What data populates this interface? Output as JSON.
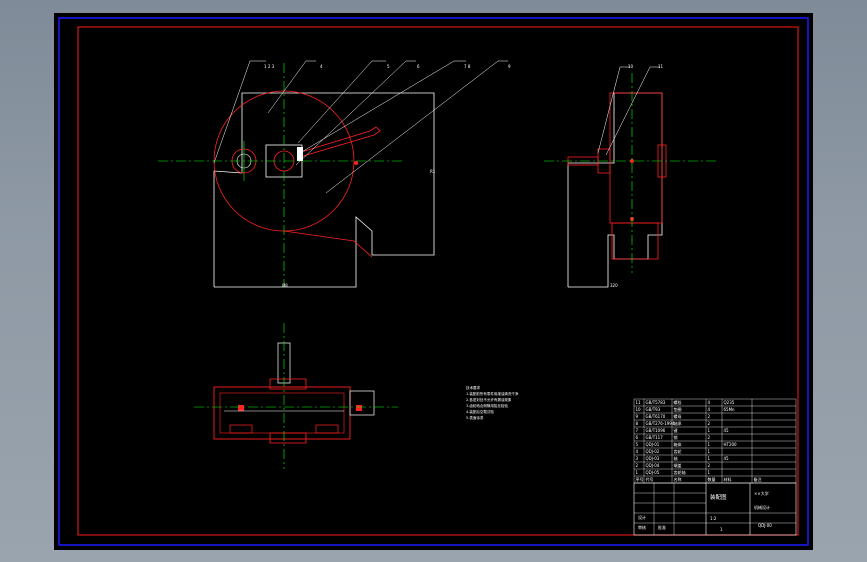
{
  "colors": {
    "border_blue": "#1a1aff",
    "frame_red": "#ff1a1a",
    "outline_white": "#ffffff",
    "centerline_green": "#00ff00",
    "part_red": "#ff2020",
    "background": "#000000"
  },
  "front_view": {
    "leader_labels": [
      "1 2 3",
      "4",
      "5",
      "6",
      "7 8",
      "9"
    ],
    "dim_bottom": "Ø8",
    "dim_right": "R1"
  },
  "side_view": {
    "leader_labels": [
      "10",
      "11"
    ],
    "dim_bottom": "320"
  },
  "notes": {
    "title": "技术要求",
    "lines": [
      "1.装配前所有零件用煤油清洗干净",
      "2.各密封处不允许有漏油现象",
      "3.齿轮啮合侧隙用铅丝检验",
      "4.装配后空载试验",
      "5.表面涂漆"
    ]
  },
  "parts_table": {
    "rows": [
      [
        "11",
        "GB/T5783",
        "螺栓",
        "4",
        "Q235",
        ""
      ],
      [
        "10",
        "GB/T93",
        "垫圈",
        "4",
        "65Mn",
        ""
      ],
      [
        "9",
        "GB/T6170",
        "螺母",
        "2",
        "",
        ""
      ],
      [
        "8",
        "GB/T276-1994",
        "轴承",
        "2",
        "",
        ""
      ],
      [
        "7",
        "GB/T1096",
        "键",
        "1",
        "45",
        ""
      ],
      [
        "6",
        "GB/T117",
        "销",
        "2",
        "",
        ""
      ],
      [
        "5",
        "QDJ-01",
        "箱体",
        "1",
        "HT200",
        ""
      ],
      [
        "4",
        "QDJ-02",
        "齿轮",
        "1",
        "",
        ""
      ],
      [
        "3",
        "QDJ-03",
        "轴",
        "1",
        "45",
        ""
      ],
      [
        "2",
        "QDJ-04",
        "端盖",
        "2",
        "",
        ""
      ],
      [
        "1",
        "QDJ-05",
        "齿轮轴",
        "1",
        "",
        ""
      ]
    ],
    "header": [
      "序号",
      "代号",
      "名称",
      "数量",
      "材料",
      "备注"
    ]
  },
  "title_block": {
    "drawing_title": "装配图",
    "company": "××大学",
    "subtitle": "机械设计",
    "scale": "1:2",
    "sheet": "1",
    "drawing_number": "QDJ-00",
    "design_label": "设计",
    "check_label": "审核",
    "approve_label": "批准"
  }
}
